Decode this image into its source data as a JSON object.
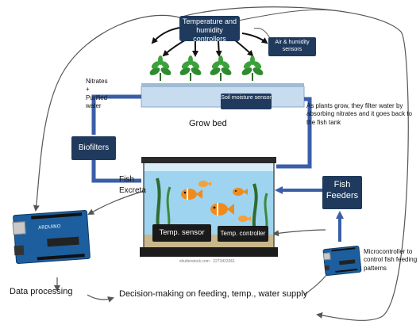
{
  "nodes": {
    "controllers_box": "Temperature and humidity controllers",
    "air_humidity_sensors": "Air & humidity sensors",
    "nitrates_label": "Nitrates\n+\nPurified\nwater",
    "soil_moisture": "Soil moisture sensor",
    "grow_bed": "Grow bed",
    "plant_description": "As plants grow, they filter water by absorbing nitrates and it goes back to the fish tank",
    "biofilters": "Biofilters",
    "fish_excreta": "Fish Excreta",
    "fish_feeders": "Fish Feeders",
    "temp_sensor": "Temp. sensor",
    "temp_controller": "Temp. controller",
    "watermark": "shutterstock.com · 2273423361",
    "microcontroller_note": "Microcontroller to control fish feeding patterns",
    "data_processing": "Data processing",
    "decision_making": "Decision-making on feeding, temp., water supply"
  },
  "colors": {
    "dark_box": "#1f3a5c",
    "pipe": "#3a5ea8",
    "plant": "#2e8b2e",
    "water": "#9ed4ef",
    "sand": "#c9b68a",
    "board": "#1d5f9e"
  },
  "icons": [
    "plant-icon",
    "arduino-board-icon",
    "fish-icon",
    "arrow-icon"
  ]
}
